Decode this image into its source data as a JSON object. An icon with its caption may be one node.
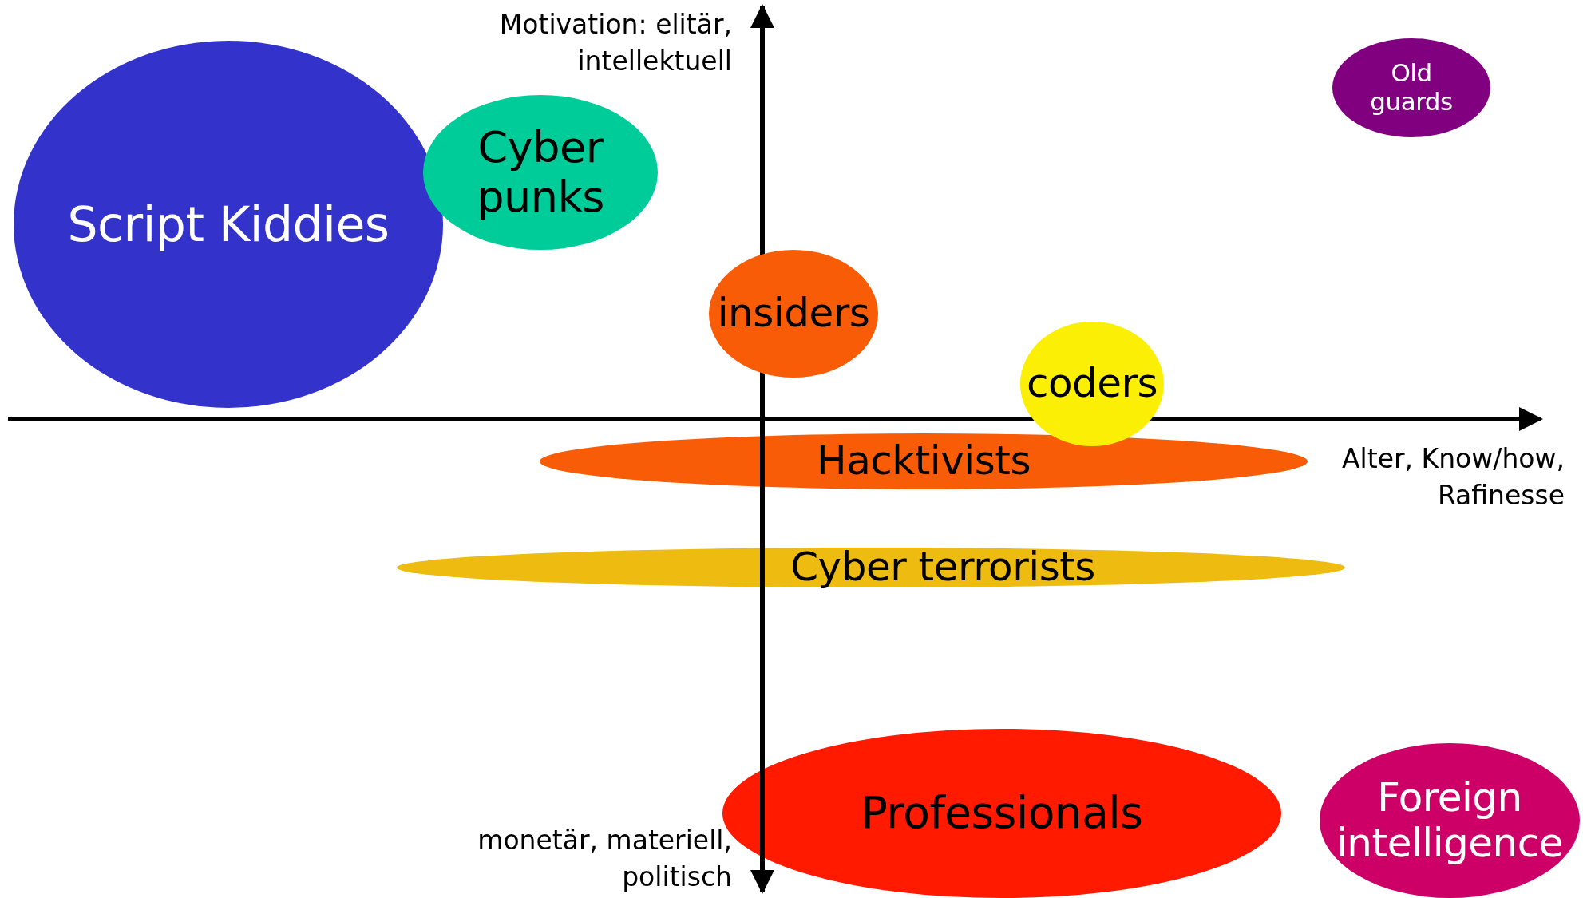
{
  "diagram": {
    "nodes": [
      {
        "text": [
          "Script Kiddies"
        ]
      },
      {
        "text": [
          "Cyber punks"
        ]
      },
      {
        "text": [
          "Old guards"
        ]
      },
      {
        "text": [
          "insiders"
        ]
      },
      {
        "text": [
          "coders"
        ]
      },
      {
        "text": [
          "Hacktivists"
        ]
      },
      {
        "text": [
          "Cyber terrorists"
        ]
      },
      {
        "text": [
          "Professionals"
        ]
      },
      {
        "text": [
          "Foreign intelligence"
        ]
      }
    ],
    "labels": [
      "Motivation: elitär, intellektuell",
      "Alter, Know/how, Rafinesse",
      "monetär, materiell, politisch"
    ]
  }
}
